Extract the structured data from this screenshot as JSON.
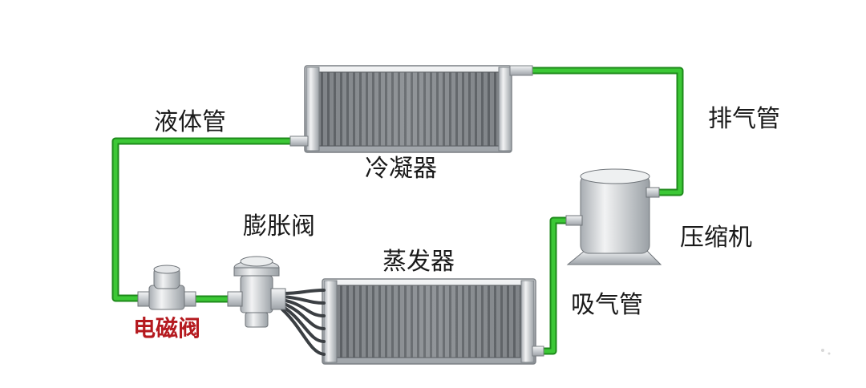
{
  "labels": {
    "liquid_pipe": "液体管",
    "condenser": "冷凝器",
    "discharge_pipe": "排气管",
    "compressor": "压缩机",
    "expansion_valve": "膨胀阀",
    "evaporator": "蒸发器",
    "suction_pipe": "吸气管",
    "solenoid_valve": "电磁阀"
  },
  "colors": {
    "pipe": "#2fb52a",
    "pipe_dark": "#1e8a1b",
    "highlight_label": "#b51a1f",
    "metal": "#cfd3d6",
    "fin_dark": "#5c6064"
  }
}
